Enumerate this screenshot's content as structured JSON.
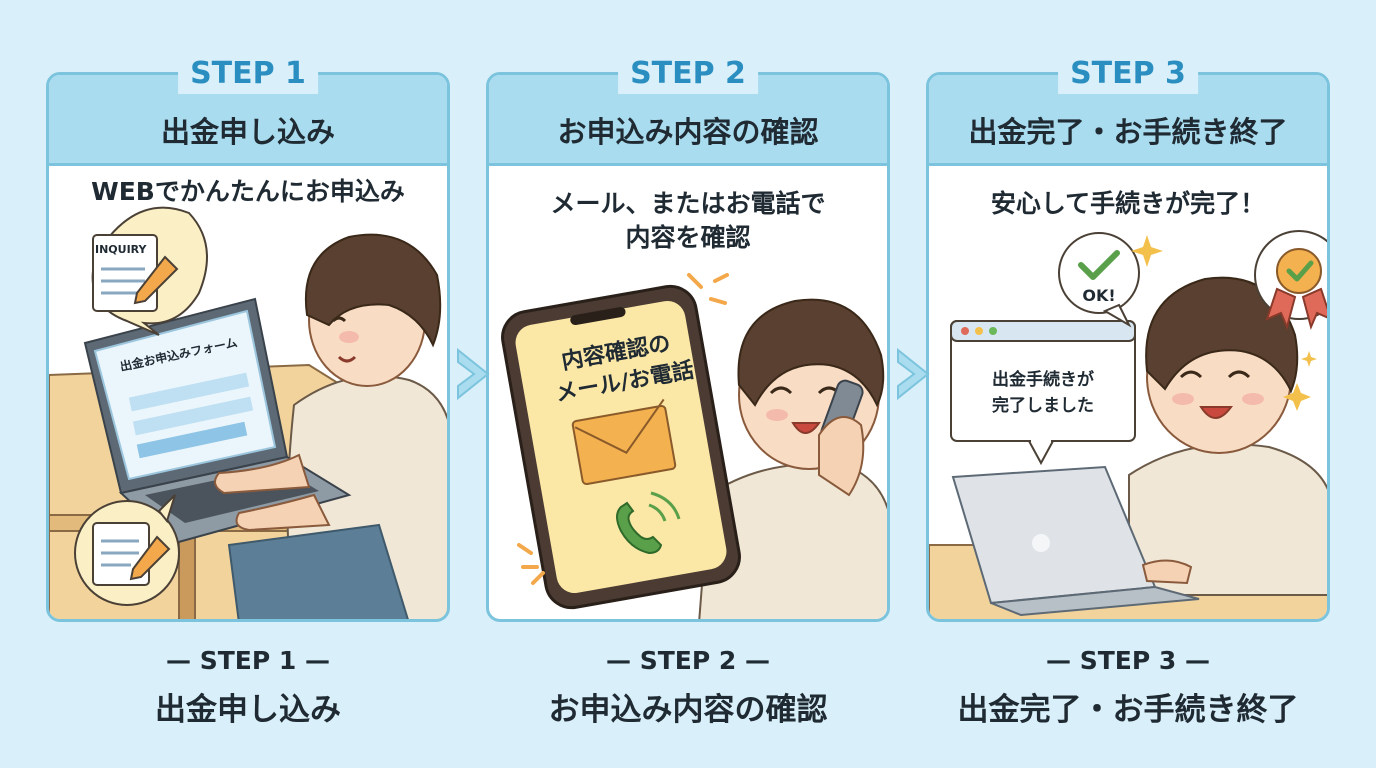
{
  "steps": [
    {
      "label": "STEP 1",
      "title": "出金申し込み",
      "desc": "WEBでかんたんにお申込み",
      "bottom_label": "— STEP 1 —",
      "bottom_title": "出金申し込み",
      "doc_tag": "INQUIRY",
      "screen_text": "出金お申込みフォーム"
    },
    {
      "label": "STEP 2",
      "title": "お申込み内容の確認",
      "desc_line1": "メール、またはお電話で",
      "desc_line2": "内容を確認",
      "bottom_label": "— STEP 2 —",
      "bottom_title": "お申込み内容の確認",
      "phone_line1": "内容確認の",
      "phone_line2": "メール/お電話"
    },
    {
      "label": "STEP 3",
      "title": "出金完了・お手続き終了",
      "desc": "安心して手続きが完了！",
      "bottom_label": "— STEP 3 —",
      "bottom_title": "出金完了・お手続き終了",
      "ok_text": "OK!",
      "window_line1": "出金手続きが",
      "window_line2": "完了しました"
    }
  ],
  "colors": {
    "background": "#d9f0fa",
    "panel_border": "#7cc4de",
    "header_fill": "#a9dcef",
    "step_label": "#2a8ec0",
    "text": "#1f2a33"
  },
  "icons": [
    "document-pencil-icon",
    "envelope-icon",
    "phone-handset-icon",
    "checkmark-icon",
    "rosette-badge-icon",
    "sparkle-icon",
    "chevron-right-icon"
  ]
}
